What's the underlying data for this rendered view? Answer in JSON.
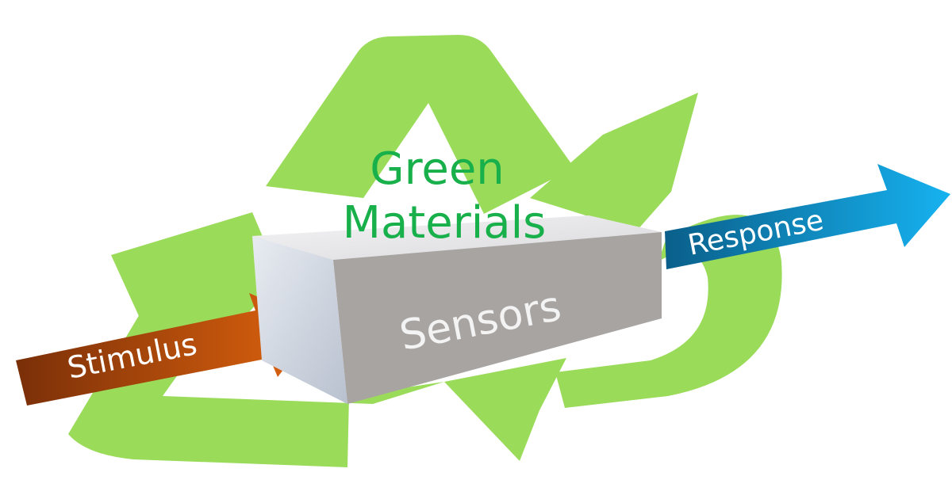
{
  "diagram": {
    "title_line1": "Green",
    "title_line2": "Materials",
    "box_label": "Sensors",
    "input_label": "Stimulus",
    "output_label": "Response"
  },
  "colors": {
    "recycle_green": "#9bdb5a",
    "title_green": "#18b04a",
    "box_front": "#a8a4a2",
    "box_top": "#e6e6e8",
    "box_side": "#cdd3dd",
    "stimulus_dark": "#7a2f08",
    "stimulus_light": "#e0640e",
    "response_dark": "#0a5f8a",
    "response_light": "#16b2f0"
  },
  "icons": {
    "background": "recycle-arrows-icon",
    "input": "arrow-right-icon",
    "output": "arrow-right-icon"
  }
}
